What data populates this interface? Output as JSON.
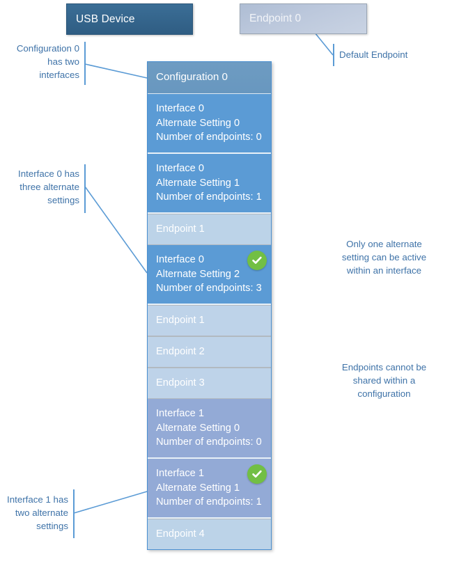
{
  "diagram": {
    "title": "USB Device Configuration / Interface / Endpoint hierarchy",
    "colors": {
      "device_box": "#2f5d83",
      "endpoint0_box": "#bcc8dc",
      "configuration_header": "#6897bf",
      "interface0_block": "#5b9bd5",
      "interface1_block": "#93aad6",
      "endpoint_row": "#bcd3e8",
      "active_badge": "#72bf44",
      "annotation_text": "#3f73a8",
      "leader_line": "#5b9bd5"
    }
  },
  "device": {
    "label": "USB Device"
  },
  "default_endpoint": {
    "label": "Endpoint 0",
    "annotation": "Default Endpoint"
  },
  "configuration": {
    "header": "Configuration 0",
    "blocks": [
      {
        "kind": "interface",
        "interface": "Interface 0",
        "alternate_setting": "Alternate Setting 0",
        "endpoint_count": "Number of endpoints: 0",
        "text": "Interface 0\nAlternate Setting 0\nNumber of endpoints: 0",
        "active": false
      },
      {
        "kind": "interface",
        "interface": "Interface 0",
        "alternate_setting": "Alternate Setting 1",
        "endpoint_count": "Number of endpoints: 1",
        "text": "Interface 0\nAlternate Setting 1\nNumber of endpoints: 1",
        "active": false
      },
      {
        "kind": "endpoint",
        "text": "Endpoint 1"
      },
      {
        "kind": "interface",
        "interface": "Interface 0",
        "alternate_setting": "Alternate Setting 2",
        "endpoint_count": "Number of endpoints: 3",
        "text": "Interface 0\nAlternate Setting 2\nNumber of endpoints: 3",
        "active": true
      },
      {
        "kind": "endpoint",
        "text": "Endpoint 1"
      },
      {
        "kind": "endpoint",
        "text": "Endpoint 2"
      },
      {
        "kind": "endpoint",
        "text": "Endpoint 3"
      },
      {
        "kind": "interface",
        "interface": "Interface 1",
        "alternate_setting": "Alternate Setting 0",
        "endpoint_count": "Number of endpoints: 0",
        "text": "Interface 1\nAlternate Setting 0\nNumber of endpoints: 0",
        "active": false
      },
      {
        "kind": "interface",
        "interface": "Interface 1",
        "alternate_setting": "Alternate Setting 1",
        "endpoint_count": "Number of endpoints: 1",
        "text": "Interface 1\nAlternate Setting 1\nNumber of endpoints: 1",
        "active": true
      },
      {
        "kind": "endpoint",
        "text": "Endpoint 4"
      }
    ]
  },
  "annotations": {
    "config_has_two_interfaces": "Configuration 0\nhas two\ninterfaces",
    "interface0_three_alt": "Interface 0 has\nthree alternate\nsettings",
    "interface1_two_alt": "Interface 1 has\ntwo alternate\nsettings",
    "only_one_active": "Only one alternate\nsetting can be active\nwithin an interface",
    "no_shared_endpoints": "Endpoints cannot be\nshared within a\nconfiguration"
  }
}
